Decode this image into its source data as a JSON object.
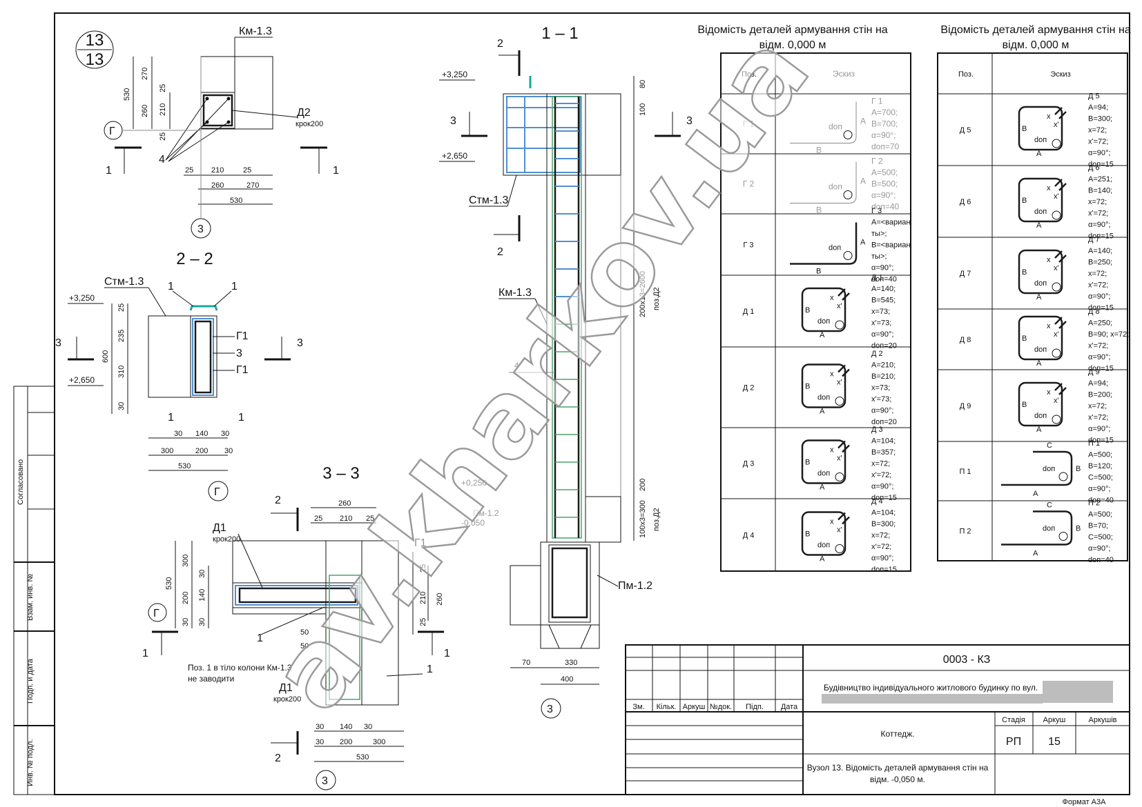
{
  "node": {
    "num": "13",
    "den": "13"
  },
  "sections": {
    "s11": "1 – 1",
    "s22": "2 – 2",
    "s33": "3 – 3"
  },
  "marks": {
    "km13": "Км-1.3",
    "stm13": "Стм-1.3",
    "pm12": "Пм-1.2",
    "d2": "Д2",
    "d1": "Д1",
    "krok": "крок200",
    "g1": "Г1",
    "g_axis": "Г",
    "axis3": "3",
    "one": "1",
    "two": "2",
    "three": "3",
    "four": "4",
    "pos_d2": "поз.Д2",
    "note1": "Поз. 1 в тіло колони Км-1.3",
    "note2": "не заводити"
  },
  "levels": {
    "l3250": "+3,250",
    "l2650": "+2,650",
    "l0250": "+0,250",
    "lm050": "-0,050"
  },
  "dims": {
    "d25": "25",
    "d30": "30",
    "d50": "50",
    "d70": "70",
    "d80": "80",
    "d100": "100",
    "d140": "140",
    "d200": "200",
    "d210": "210",
    "d235": "235",
    "d260": "260",
    "d270": "270",
    "d300": "300",
    "d310": "310",
    "d330": "330",
    "d400": "400",
    "d530": "530",
    "d600": "600",
    "d2600": "200х13=2600",
    "d300b": "100х3=300"
  },
  "table1": {
    "title1": "Відомість деталей армування стін на",
    "title2": "відм. 0,000 м",
    "col_pos": "Поз.",
    "col_sketch": "Эскиз",
    "rows": [
      {
        "pos": "Г 1",
        "p1": "А=700;",
        "p2": "В=700;",
        "p3": "α=90°;",
        "p4": "dоп=70"
      },
      {
        "pos": "Г 2",
        "p1": "А=500;",
        "p2": "В=500;",
        "p3": "α=90°;",
        "p4": "dоп=40"
      },
      {
        "pos": "Г 3",
        "p1": "А=<вариан",
        "p2": "ты>;",
        "p3": "В=<вариан",
        "p4": "ты>;",
        "p5": "α=90°;",
        "p6": "dоп=40"
      },
      {
        "pos": "Д 1",
        "p1": "А=140;",
        "p2": "В=545;",
        "p3": "x=73;",
        "p4": "x'=73;",
        "p5": "α=90°;",
        "p6": "dоп=20"
      },
      {
        "pos": "Д 2",
        "p1": "А=210;",
        "p2": "В=210;",
        "p3": "x=73;",
        "p4": "x'=73;",
        "p5": "α=90°;",
        "p6": "dоп=20"
      },
      {
        "pos": "Д 3",
        "p1": "А=104;",
        "p2": "В=357;",
        "p3": "x=72;",
        "p4": "x'=72;",
        "p5": "α=90°;",
        "p6": "dоп=15"
      },
      {
        "pos": "Д 4",
        "p1": "А=104;",
        "p2": "В=300;",
        "p3": "x=72;",
        "p4": "x'=72;",
        "p5": "α=90°;",
        "p6": "dоп=15"
      }
    ]
  },
  "table2": {
    "title1": "Відомість деталей армування стін на",
    "title2": "відм. 0,000 м",
    "col_pos": "Поз.",
    "col_sketch": "Эскиз",
    "rows": [
      {
        "pos": "Д 5",
        "p1": "А=94;",
        "p2": "В=300;",
        "p3": "x=72;",
        "p4": "x'=72;",
        "p5": "α=90°;",
        "p6": "dоп=15"
      },
      {
        "pos": "Д 6",
        "p1": "А=251;",
        "p2": "В=140;",
        "p3": "x=72;",
        "p4": "x'=72;",
        "p5": "α=90°;",
        "p6": "dоп=15"
      },
      {
        "pos": "Д 7",
        "p1": "А=140;",
        "p2": "В=250;",
        "p3": "x=72;",
        "p4": "x'=72;",
        "p5": "α=90°;",
        "p6": "dоп=15"
      },
      {
        "pos": "Д 8",
        "p1": "А=250;",
        "p2": "В=90; x=72;",
        "p3": "x'=72;",
        "p4": "α=90°;",
        "p5": "dоп=15"
      },
      {
        "pos": "Д 9",
        "p1": "А=94;",
        "p2": "В=200;",
        "p3": "x=72;",
        "p4": "x'=72;",
        "p5": "α=90°;",
        "p6": "dоп=15"
      },
      {
        "pos": "П 1",
        "p1": "А=500;",
        "p2": "В=120;",
        "p3": "С=500;",
        "p4": "α=90°;",
        "p5": "dоп=40"
      },
      {
        "pos": "П 2",
        "p1": "А=500;",
        "p2": "В=70;",
        "p3": "С=500;",
        "p4": "α=90°;",
        "p5": "dоп=40"
      }
    ]
  },
  "sketch": {
    "A": "A",
    "B": "B",
    "C": "C",
    "x": "x",
    "xp": "x'",
    "don": "dоп"
  },
  "stamp": {
    "code": "0003 - КЗ",
    "project": "Будівництво індивідуального житлового будинку по вул.",
    "object": "Коттедж.",
    "sheet_title1": "Вузол 13. Відомість деталей армування стін на",
    "sheet_title2": "відм. -0,050 м.",
    "h_stage": "Стадія",
    "h_sheet": "Аркуш",
    "h_sheets": "Аркушів",
    "stage": "РП",
    "sheet": "15",
    "cols": [
      "Зм.",
      "Кільк.",
      "Аркуш",
      "№док.",
      "Підп.",
      "Дата"
    ],
    "format": "Формат А3А"
  },
  "side": {
    "agreed": "Согласовано",
    "inv_vzam": "Взам. инв. №",
    "podp_data": "Подп. и дата",
    "inv_podl": "Инв. № подл."
  },
  "watermark": "av.kharkov.ua"
}
